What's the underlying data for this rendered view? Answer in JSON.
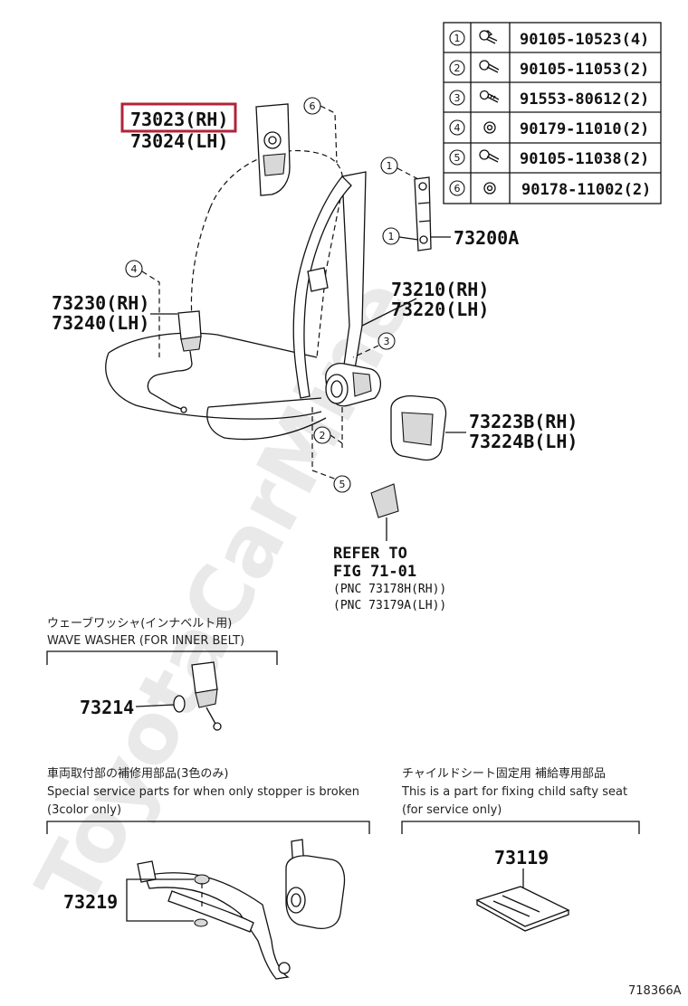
{
  "watermark": "ToyotaCarMine",
  "diagram_id": "718366A",
  "highlighted_part": "73023(RH)",
  "fastener_table": [
    {
      "num": "1",
      "part": "90105-10523(4)",
      "icon": "flange-bolt-icon"
    },
    {
      "num": "2",
      "part": "90105-11053(2)",
      "icon": "flange-bolt-icon"
    },
    {
      "num": "3",
      "part": "91553-80612(2)",
      "icon": "bolt-icon"
    },
    {
      "num": "4",
      "part": "90179-11010(2)",
      "icon": "nut-icon"
    },
    {
      "num": "5",
      "part": "90105-11038(2)",
      "icon": "flange-bolt-icon"
    },
    {
      "num": "6",
      "part": "90178-11002(2)",
      "icon": "nut-icon"
    }
  ],
  "callouts": {
    "c1a": "1",
    "c1b": "1",
    "c2": "2",
    "c3": "3",
    "c4": "4",
    "c5": "5",
    "c6": "6"
  },
  "labels": {
    "anchor_rh": "73023(RH)",
    "anchor_lh": "73024(LH)",
    "adjuster": "73200A",
    "belt_rh": "73210(RH)",
    "belt_lh": "73220(LH)",
    "buckle_rh": "73230(RH)",
    "buckle_lh": "73240(LH)",
    "cover_rh": "73223B(RH)",
    "cover_lh": "73224B(LH)",
    "refer_to": "REFER TO",
    "refer_fig": "FIG 71-01",
    "refer_pnc_rh": "(PNC 73178H(RH))",
    "refer_pnc_lh": "(PNC 73179A(LH))"
  },
  "wave_washer": {
    "jp": "ウェーブワッシャ(インナベルト用)",
    "en": "WAVE WASHER (FOR INNER BELT)",
    "part": "73214"
  },
  "stopper": {
    "jp": "車両取付部の補修用部品(3色のみ)",
    "en1": "Special service parts for when only stopper is broken",
    "en2": "(3color only)",
    "part": "73219"
  },
  "child_seat": {
    "jp": "チャイルドシート固定用 補給専用部品",
    "en1": "This is a part for fixing child safty seat",
    "en2": "(for service only)",
    "part": "73119"
  }
}
